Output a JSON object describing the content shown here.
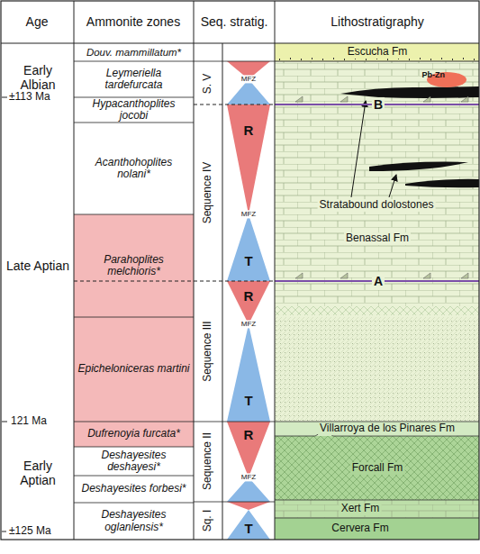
{
  "diagram": {
    "nodes": [
      {
        "text": [
          "Douv. mammillatum*"
        ]
      },
      {
        "text": [
          "Leymeriella tardefurcata"
        ]
      },
      {
        "text": [
          "Hypacanthoplites jocobi"
        ]
      },
      {
        "text": [
          "Acanthohoplites nolani*"
        ]
      },
      {
        "text": [
          "Parahoplites melchioris*"
        ]
      },
      {
        "text": [
          "Epicheloniceras martini"
        ]
      },
      {
        "text": [
          "Dufrenoyia furcata*"
        ]
      },
      {
        "text": [
          "Deshayesites deshayesi*"
        ]
      },
      {
        "text": [
          "Deshayesites forbesi*"
        ]
      },
      {
        "text": [
          "Deshayesites oglanlensis*"
        ]
      },
      {
        "text": [
          "Escucha Fm"
        ]
      },
      {
        "text": [
          "Benassal Fm"
        ]
      },
      {
        "text": [
          "Pb-Zn"
        ],
        "in": 11
      },
      {
        "text": [
          "Villarroya de los Pinares Fm"
        ]
      },
      {
        "text": [
          "Forcall Fm"
        ]
      },
      {
        "text": [
          "Xert Fm"
        ]
      },
      {
        "text": [
          "Cervera Fm"
        ]
      }
    ],
    "labels": [
      "Age",
      "Ammonite zones",
      "Seq. stratig.",
      "Lithostratigraphy",
      "Early Albian",
      "±113 Ma",
      "Late Aptian",
      "121 Ma",
      "Early Aptian",
      "±125 Ma",
      "S. V",
      "Sequence IV",
      "Sequence III",
      "Sequence II",
      "Sq. I",
      "R",
      "T",
      "R",
      "T",
      "R",
      "T",
      "MFZ",
      "MFZ",
      "MFZ",
      "MFZ",
      "A",
      "B",
      "Stratabound dolostones"
    ]
  }
}
